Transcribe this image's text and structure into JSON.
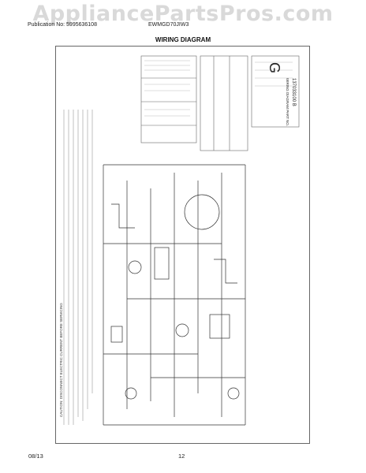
{
  "watermark": "AppliancePartsPros.com",
  "header": {
    "publication": "Publication No: 5995636108",
    "model": "EWMGD70JIW3"
  },
  "title": "WIRING DIAGRAM",
  "footer": {
    "date": "08/13",
    "page": "12"
  },
  "diagram": {
    "caution": "CAUTION: DISCONNECT ELECTRIC CURRENT BEFORE SERVICING",
    "label_letter": "G",
    "part_no": "137033100 B",
    "part_label": "WIRING DIAGRAM PART NO."
  }
}
